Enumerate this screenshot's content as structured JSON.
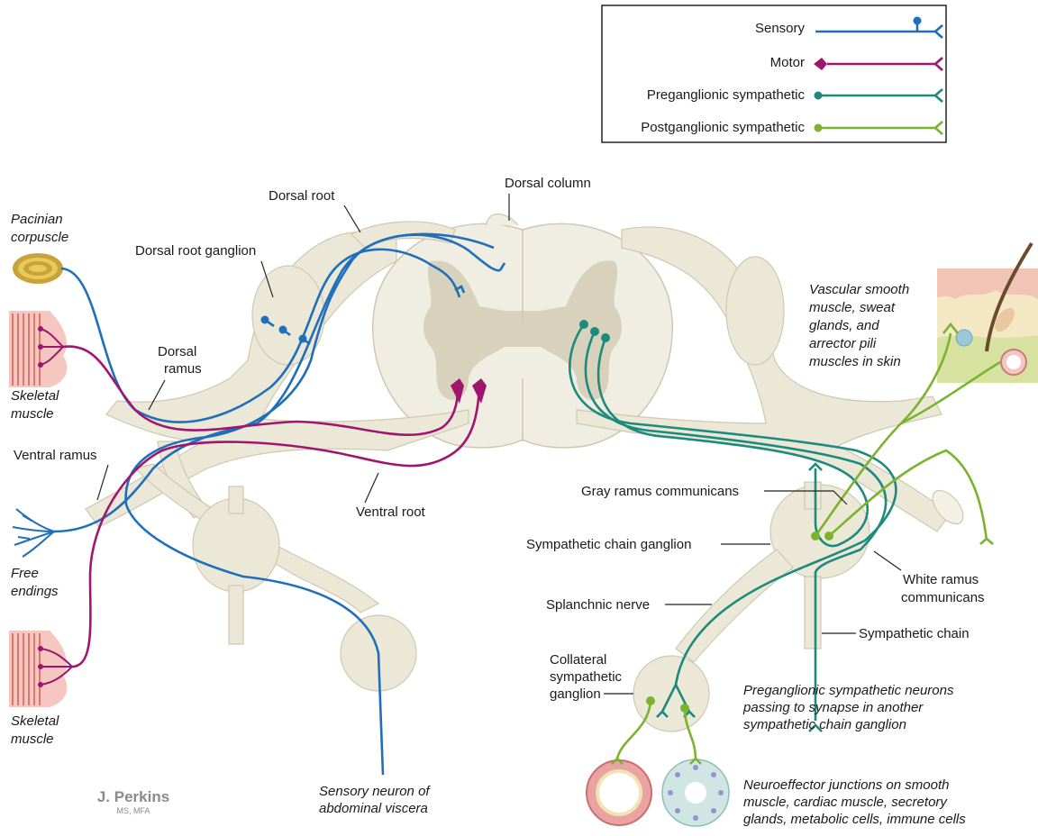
{
  "legend": {
    "items": [
      {
        "label": "Sensory",
        "color": "#1f6fba",
        "icon": "sensory-neuron-icon"
      },
      {
        "label": "Motor",
        "color": "#a0166f",
        "icon": "motor-neuron-icon"
      },
      {
        "label": "Preganglionic sympathetic",
        "color": "#1c8a7c",
        "icon": "preganglionic-neuron-icon"
      },
      {
        "label": "Postganglionic sympathetic",
        "color": "#7ab32e",
        "icon": "postganglionic-neuron-icon"
      }
    ]
  },
  "labels": {
    "pacinian_1": "Pacinian",
    "pacinian_2": "corpuscle",
    "dorsal_root": "Dorsal root",
    "dorsal_root_ganglion": "Dorsal root ganglion",
    "dorsal_column": "Dorsal column",
    "dorsal_ramus_1": "Dorsal",
    "dorsal_ramus_2": "ramus",
    "skeletal_1": "Skeletal",
    "skeletal_2": "muscle",
    "ventral_ramus": "Ventral ramus",
    "ventral_root": "Ventral root",
    "free_endings_1": "Free",
    "free_endings_2": "endings",
    "skeletal_b_1": "Skeletal",
    "skeletal_b_2": "muscle",
    "vascular_1": "Vascular smooth",
    "vascular_2": "muscle, sweat",
    "vascular_3": "glands, and",
    "vascular_4": "arrector pili",
    "vascular_5": "muscles in skin",
    "gray_ramus": "Gray ramus communicans",
    "sympathetic_chain_ganglion": "Sympathetic chain ganglion",
    "white_ramus_1": "White ramus",
    "white_ramus_2": "communicans",
    "splanchnic": "Splanchnic nerve",
    "sympathetic_chain": "Sympathetic chain",
    "collateral_1": "Collateral",
    "collateral_2": "sympathetic",
    "collateral_3": "ganglion",
    "preganglionic_1": "Preganglionic sympathetic neurons",
    "preganglionic_2": "passing to synapse in another",
    "preganglionic_3": "sympathetic chain ganglion",
    "sensory_viscera_1": "Sensory neuron of",
    "sensory_viscera_2": "abdominal viscera",
    "neuroeffector_1": "Neuroeffector junctions on smooth",
    "neuroeffector_2": "muscle, cardiac muscle, secretory",
    "neuroeffector_3": "glands, metabolic cells, immune cells"
  },
  "signature": {
    "name": "J. Perkins",
    "credentials": "MS, MFA"
  }
}
